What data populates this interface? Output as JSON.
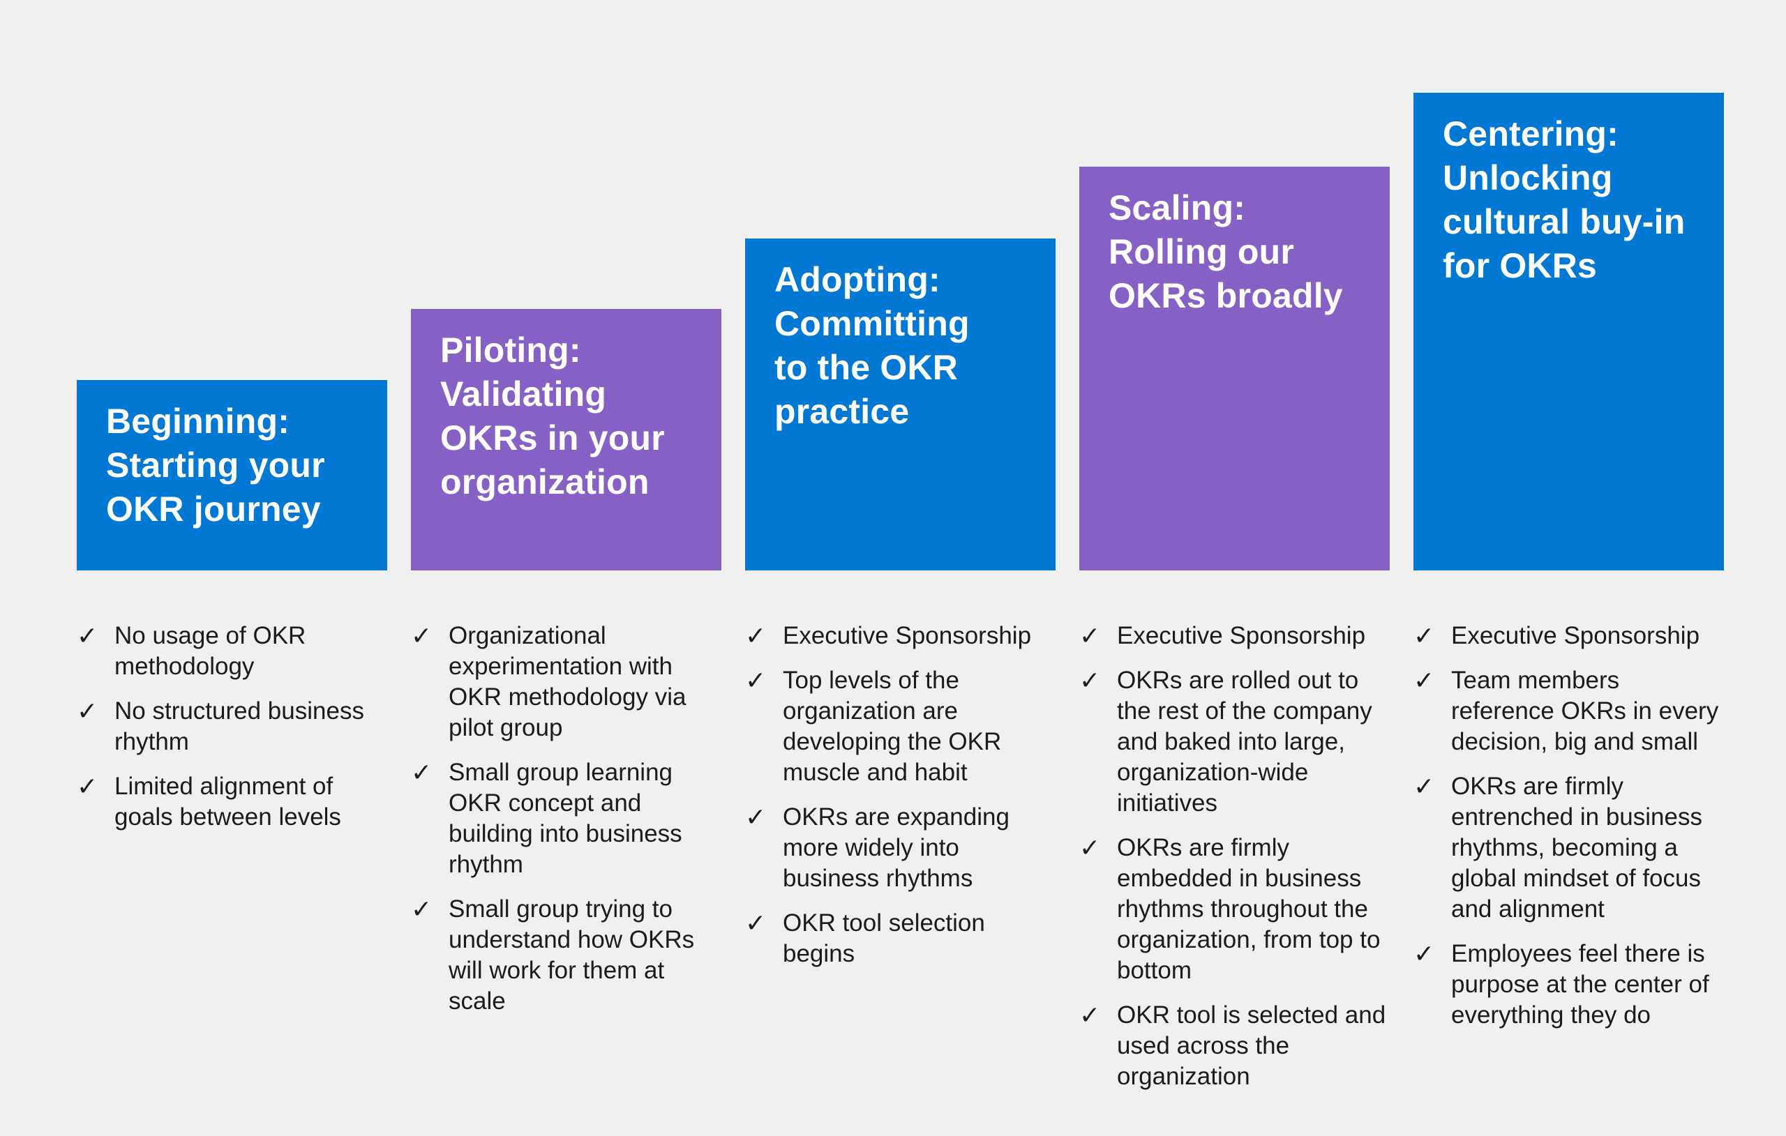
{
  "page": {
    "background_color": "#F0F0F0",
    "body_text_color": "#1B1B1B",
    "header_text_color": "#FFFFFF"
  },
  "colors": {
    "blue": "#0078D4",
    "purple": "#8661C5"
  },
  "icons": {
    "check": "✓"
  },
  "stages": [
    {
      "name": "Beginning",
      "accent_color": "#0078D4",
      "title": "Beginning:\nStarting your\nOKR journey",
      "items": [
        "No usage of OKR methodology",
        "No structured business rhythm",
        "Limited alignment of goals between levels"
      ]
    },
    {
      "name": "Piloting",
      "accent_color": "#8661C5",
      "title": "Piloting:\nValidating\nOKRs in your\norganization",
      "items": [
        "Organizational experimentation with OKR methodology via pilot group",
        "Small group learning OKR concept and building into business rhythm",
        "Small group trying to understand how OKRs will work for them at scale"
      ]
    },
    {
      "name": "Adopting",
      "accent_color": "#0078D4",
      "title": "Adopting:\nCommitting\nto the OKR\npractice",
      "items": [
        "Executive Sponsorship",
        "Top levels of the organization are developing the OKR muscle and habit",
        "OKRs are expanding more widely into business rhythms",
        "OKR tool selection begins"
      ]
    },
    {
      "name": "Scaling",
      "accent_color": "#8661C5",
      "title": "Scaling:\nRolling our\nOKRs broadly",
      "items": [
        "Executive Sponsorship",
        "OKRs are rolled out to the rest of the company and baked into large, organization-wide initiatives",
        "OKRs are firmly embedded in business rhythms throughout the organization, from top to bottom",
        "OKR tool is selected and used across the organization"
      ]
    },
    {
      "name": "Centering",
      "accent_color": "#0078D4",
      "title": "Centering:\nUnlocking\ncultural buy-in\nfor OKRs",
      "items": [
        "Executive Sponsorship",
        "Team members reference OKRs in every decision, big and small",
        "OKRs are firmly entrenched in business rhythms, becoming a global mindset of focus and alignment",
        "Employees feel there is purpose at the center of everything they do"
      ]
    }
  ]
}
